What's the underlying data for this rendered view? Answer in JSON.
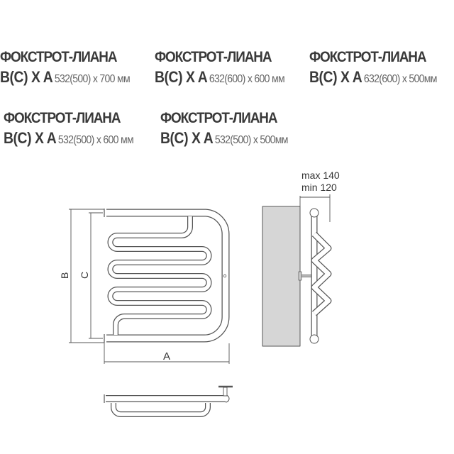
{
  "models": [
    {
      "title": "ФОКСТРОТ-ЛИАНА",
      "label": "B(C) X A",
      "size": "532(500) x 700 мм"
    },
    {
      "title": "ФОКСТРОТ-ЛИАНА",
      "label": "B(C) X A",
      "size": "632(600) x 600  мм"
    },
    {
      "title": "ФОКСТРОТ-ЛИАНА",
      "label": "B(C) X A",
      "size": "632(600) x 500мм"
    },
    {
      "title": "ФОКСТРОТ-ЛИАНА",
      "label": "B(C) X A",
      "size": "532(500) x 600 мм"
    },
    {
      "title": "ФОКСТРОТ-ЛИАНА",
      "label": "B(C) X A",
      "size": "532(500) x 500мм"
    }
  ],
  "drawing": {
    "dim_a": "A",
    "dim_b": "B",
    "dim_c": "C",
    "offset_max": "max 140",
    "offset_min": "min 120"
  }
}
